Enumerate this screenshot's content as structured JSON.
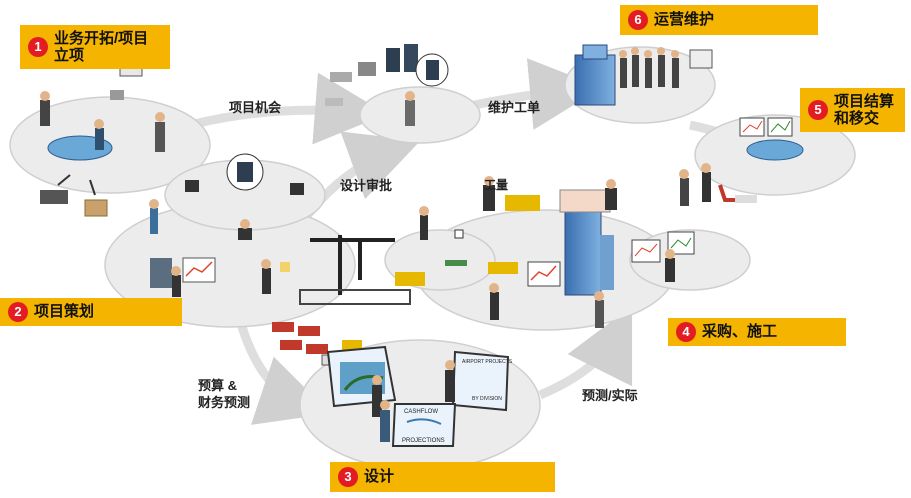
{
  "phases": [
    {
      "number": "1",
      "label": "业务开拓/项目立项"
    },
    {
      "number": "2",
      "label": "项目策划"
    },
    {
      "number": "3",
      "label": "设计"
    },
    {
      "number": "4",
      "label": "采购、施工"
    },
    {
      "number": "5",
      "label": "项目结算和移交"
    },
    {
      "number": "6",
      "label": "运营维护"
    }
  ],
  "flows": {
    "opportunity": "项目机会",
    "maintenance_order": "维护工单",
    "design_approval": "设计审批",
    "budget": "预算 &\n财务预测",
    "forecast_actual": "预测/实际",
    "site_cut": "工量"
  },
  "board_text": {
    "cashflow": "CASHFLOW",
    "projections": "PROJECTIONS",
    "airport": "AIRPORT PROJECTS",
    "by_division": "BY DIVISION"
  },
  "colors": {
    "badge": "#f5b400",
    "badge_number": "#e31c23",
    "platform": "#ececec",
    "platform_edge": "#d2d2d2",
    "arrow": "#d8d8d8"
  }
}
